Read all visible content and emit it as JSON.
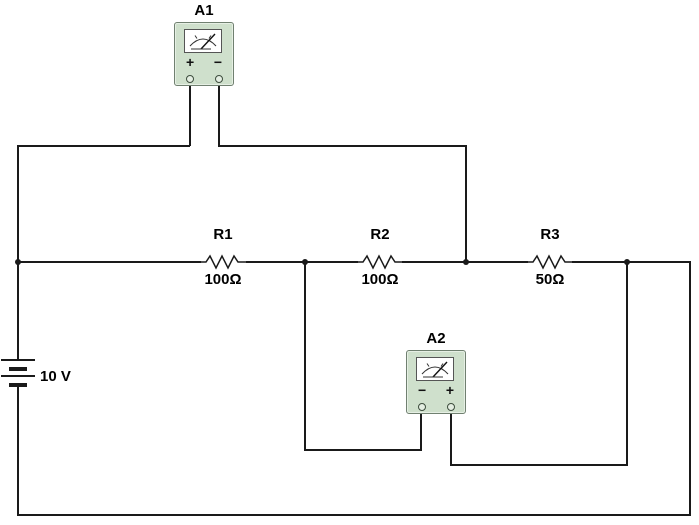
{
  "colors": {
    "wire": "#1a1a1a",
    "canvas_bg": "#ffffff",
    "meter_bg": "#cfe0cc",
    "meter_border": "#708070"
  },
  "meters": {
    "a1": {
      "label": "A1",
      "left_sign": "+",
      "right_sign": "−"
    },
    "a2": {
      "label": "A2",
      "left_sign": "−",
      "right_sign": "+"
    }
  },
  "resistors": [
    {
      "name": "R1",
      "value": "100Ω"
    },
    {
      "name": "R2",
      "value": "100Ω"
    },
    {
      "name": "R3",
      "value": "50Ω"
    }
  ],
  "source": {
    "label": "10 V"
  }
}
